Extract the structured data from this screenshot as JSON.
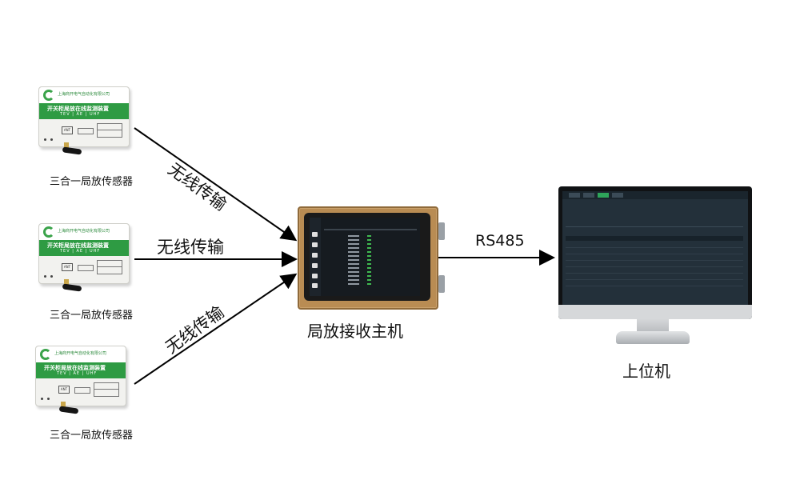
{
  "sensors": [
    {
      "caption": "三合一局放传感器",
      "company": "上海商开电气自动化有限公司",
      "title": "开关柜局放在线监测装置",
      "subtitle": "TEV | AE | UHF"
    },
    {
      "caption": "三合一局放传感器",
      "company": "上海商开电气自动化有限公司",
      "title": "开关柜局放在线监测装置",
      "subtitle": "TEV | AE | UHF"
    },
    {
      "caption": "三合一局放传感器",
      "company": "上海商开电气自动化有限公司",
      "title": "开关柜局放在线监测装置",
      "subtitle": "TEV | AE | UHF"
    }
  ],
  "sensor_port_label": "ANT",
  "links": [
    {
      "label": "无线传输"
    },
    {
      "label": "无线传输"
    },
    {
      "label": "无线传输"
    },
    {
      "label": "RS485"
    }
  ],
  "receiver": {
    "caption": "局放接收主机"
  },
  "host": {
    "caption": "上位机"
  },
  "colors": {
    "sensor_band": "#2e9b43",
    "receiver_frame": "#b98c53",
    "monitor_screen": "#23303a",
    "arrow": "#000000"
  }
}
